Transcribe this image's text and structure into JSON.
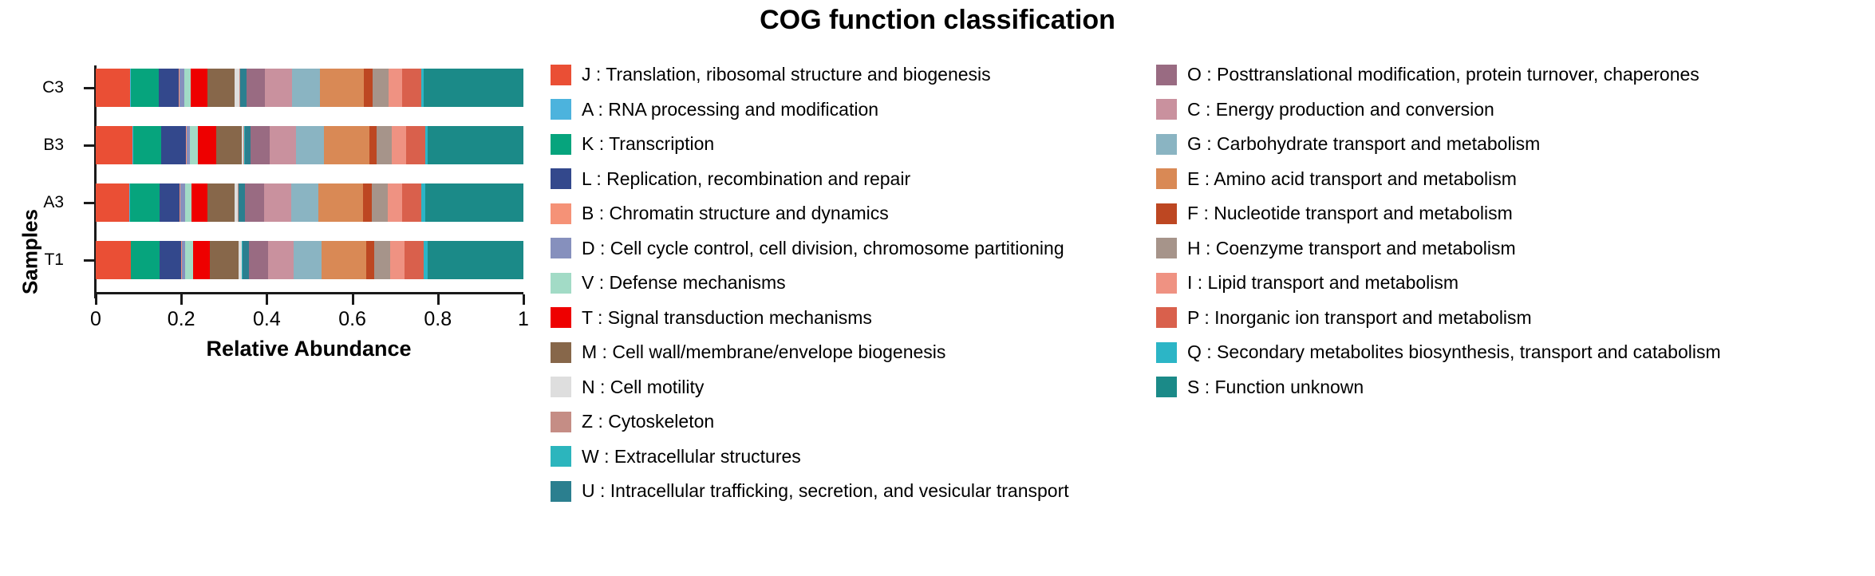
{
  "title": "COG function classification",
  "axes": {
    "xlabel": "Relative Abundance",
    "ylabel": "Samples",
    "xticks": [
      "0",
      "0.2",
      "0.4",
      "0.6",
      "0.8",
      "1"
    ],
    "yticks": [
      "C3",
      "B3",
      "A3",
      "T1"
    ]
  },
  "legend": {
    "column1": [
      {
        "code": "J",
        "label": "J : Translation, ribosomal structure and biogenesis",
        "color": "#ea4f35"
      },
      {
        "code": "A",
        "label": "A : RNA processing and modification",
        "color": "#4cb3dd"
      },
      {
        "code": "K",
        "label": "K : Transcription",
        "color": "#06a47d"
      },
      {
        "code": "L",
        "label": "L : Replication, recombination and repair",
        "color": "#33488c"
      },
      {
        "code": "B",
        "label": "B : Chromatin structure and dynamics",
        "color": "#f59277"
      },
      {
        "code": "D",
        "label": "D : Cell cycle control, cell division, chromosome partitioning",
        "color": "#8690bd"
      },
      {
        "code": "V",
        "label": "V : Defense mechanisms",
        "color": "#a2dbc6"
      },
      {
        "code": "T",
        "label": "T : Signal transduction mechanisms",
        "color": "#ee0000"
      },
      {
        "code": "M",
        "label": "M : Cell wall/membrane/envelope biogenesis",
        "color": "#87674a"
      },
      {
        "code": "N",
        "label": "N : Cell motility",
        "color": "#dedede"
      },
      {
        "code": "Z",
        "label": "Z : Cytoskeleton",
        "color": "#c58d85"
      },
      {
        "code": "W",
        "label": "W : Extracellular structures",
        "color": "#2cb5bd"
      },
      {
        "code": "U",
        "label": "U : Intracellular trafficking, secretion, and vesicular transport",
        "color": "#2b7f8f"
      }
    ],
    "column2": [
      {
        "code": "O",
        "label": "O : Posttranslational modification, protein turnover, chaperones",
        "color": "#996b82"
      },
      {
        "code": "C",
        "label": "C : Energy production and conversion",
        "color": "#c9919e"
      },
      {
        "code": "G",
        "label": "G : Carbohydrate transport and metabolism",
        "color": "#8ab4c2"
      },
      {
        "code": "E",
        "label": "E : Amino acid transport and metabolism",
        "color": "#d98955"
      },
      {
        "code": "F",
        "label": "F : Nucleotide transport and metabolism",
        "color": "#bd4722"
      },
      {
        "code": "H",
        "label": "H : Coenzyme transport and metabolism",
        "color": "#a6948a"
      },
      {
        "code": "I",
        "label": "I : Lipid transport and metabolism",
        "color": "#ef9282"
      },
      {
        "code": "P",
        "label": "P : Inorganic ion transport and metabolism",
        "color": "#d9604c"
      },
      {
        "code": "Q",
        "label": "Q : Secondary metabolites biosynthesis, transport and catabolism",
        "color": "#2cb5c6"
      },
      {
        "code": "S",
        "label": "S : Function unknown",
        "color": "#1b8a88"
      }
    ]
  },
  "chart_data": {
    "type": "bar",
    "orientation": "horizontal",
    "stacked": true,
    "normalized": true,
    "title": "COG function classification",
    "xlabel": "Relative Abundance",
    "ylabel": "Samples",
    "xlim": [
      0,
      1
    ],
    "xticks": [
      0,
      0.2,
      0.4,
      0.6,
      0.8,
      1
    ],
    "grid": false,
    "legend_position": "right",
    "categories": [
      "C3",
      "B3",
      "A3",
      "T1"
    ],
    "series": [
      {
        "name": "J",
        "color": "#ea4f35",
        "values": [
          0.072,
          0.077,
          0.07,
          0.073
        ]
      },
      {
        "name": "A",
        "color": "#4cb3dd",
        "values": [
          0.0015,
          0.0012,
          0.0015,
          0.0012
        ]
      },
      {
        "name": "K",
        "color": "#06a47d",
        "values": [
          0.058,
          0.059,
          0.062,
          0.059
        ]
      },
      {
        "name": "L",
        "color": "#33488c",
        "values": [
          0.041,
          0.052,
          0.042,
          0.046
        ]
      },
      {
        "name": "B",
        "color": "#f59277",
        "values": [
          0.002,
          0.0015,
          0.002,
          0.0015
        ]
      },
      {
        "name": "D",
        "color": "#8690bd",
        "values": [
          0.009,
          0.006,
          0.009,
          0.0075
        ]
      },
      {
        "name": "V",
        "color": "#a2dbc6",
        "values": [
          0.014,
          0.0175,
          0.014,
          0.0165
        ]
      },
      {
        "name": "T",
        "color": "#ee0000",
        "values": [
          0.034,
          0.038,
          0.034,
          0.034
        ]
      },
      {
        "name": "M",
        "color": "#87674a",
        "values": [
          0.057,
          0.054,
          0.057,
          0.061
        ]
      },
      {
        "name": "N",
        "color": "#dedede",
        "values": [
          0.01,
          0.004,
          0.006,
          0.006
        ]
      },
      {
        "name": "Z",
        "color": "#c58d85",
        "values": [
          0.001,
          0.001,
          0.001,
          0.001
        ]
      },
      {
        "name": "W",
        "color": "#2cb5bd",
        "values": [
          0.001,
          0.001,
          0.001,
          0.001
        ]
      },
      {
        "name": "U",
        "color": "#2b7f8f",
        "values": [
          0.013,
          0.012,
          0.014,
          0.0135
        ]
      },
      {
        "name": "O",
        "color": "#996b82",
        "values": [
          0.039,
          0.04,
          0.039,
          0.04
        ]
      },
      {
        "name": "C",
        "color": "#c9919e",
        "values": [
          0.055,
          0.056,
          0.058,
          0.055
        ]
      },
      {
        "name": "G",
        "color": "#8ab4c2",
        "values": [
          0.058,
          0.058,
          0.056,
          0.058
        ]
      },
      {
        "name": "E",
        "color": "#d98955",
        "values": [
          0.092,
          0.095,
          0.093,
          0.093
        ]
      },
      {
        "name": "F",
        "color": "#bd4722",
        "values": [
          0.018,
          0.016,
          0.019,
          0.018
        ]
      },
      {
        "name": "H",
        "color": "#a6948a",
        "values": [
          0.033,
          0.032,
          0.033,
          0.033
        ]
      },
      {
        "name": "I",
        "color": "#ef9282",
        "values": [
          0.029,
          0.03,
          0.03,
          0.03
        ]
      },
      {
        "name": "P",
        "color": "#d9604c",
        "values": [
          0.039,
          0.039,
          0.04,
          0.04
        ]
      },
      {
        "name": "Q",
        "color": "#2cb5c6",
        "values": [
          0.006,
          0.006,
          0.009,
          0.008
        ]
      },
      {
        "name": "S",
        "color": "#1b8a88",
        "values": [
          0.2065,
          0.1998,
          0.2054,
          0.2013
        ]
      }
    ]
  }
}
